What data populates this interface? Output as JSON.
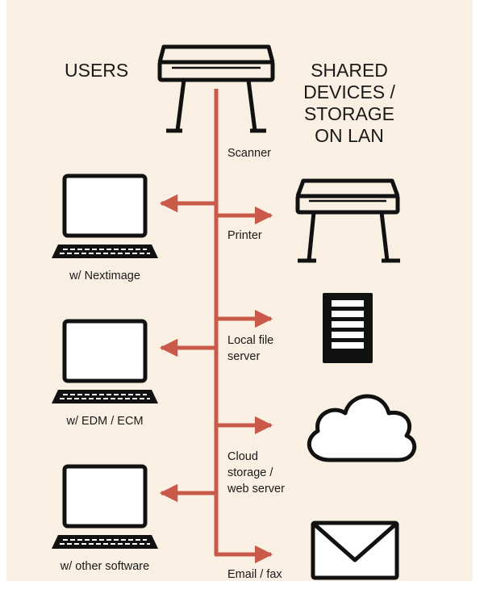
{
  "headings": {
    "users": "USERS",
    "shared": [
      "SHARED",
      "DEVICES /",
      "STORAGE",
      "ON LAN"
    ]
  },
  "devices": [
    {
      "label": [
        "Scanner"
      ],
      "icon": "scanner-icon"
    },
    {
      "label": [
        "Printer"
      ],
      "icon": "printer-icon"
    },
    {
      "label": [
        "Local file",
        "server"
      ],
      "icon": "file-server-icon"
    },
    {
      "label": [
        "Cloud",
        "storage /",
        "web server"
      ],
      "icon": "cloud-icon"
    },
    {
      "label": [
        "Email / fax"
      ],
      "icon": "envelope-icon"
    }
  ],
  "users": [
    {
      "label": "w/ Nextimage",
      "icon": "laptop-icon"
    },
    {
      "label": "w/ EDM / ECM",
      "icon": "laptop-icon"
    },
    {
      "label": "w/ other software",
      "icon": "laptop-icon"
    }
  ],
  "colors": {
    "background": "#faefe3",
    "connector": "#c95a4a",
    "icon": "#111111",
    "text": "#1a1a1a"
  }
}
